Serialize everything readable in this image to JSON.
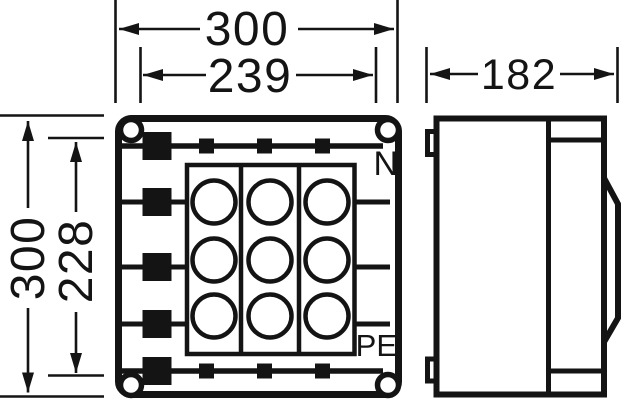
{
  "drawing": {
    "kind": "enclosure dimension drawing, front view and side view",
    "colors": {
      "ink": "#141414",
      "paper": "#ffffff"
    },
    "front_view": {
      "gland_grid": {
        "rows": 3,
        "columns": 3
      },
      "bus_labels": {
        "neutral": "N",
        "earth": "PE"
      }
    },
    "dimensions": {
      "front_outer_width": {
        "value": "300"
      },
      "front_inner_width": {
        "value": "239"
      },
      "front_outer_height": {
        "value": "300"
      },
      "front_inner_height": {
        "value": "228"
      },
      "side_depth": {
        "value": "182"
      }
    }
  }
}
